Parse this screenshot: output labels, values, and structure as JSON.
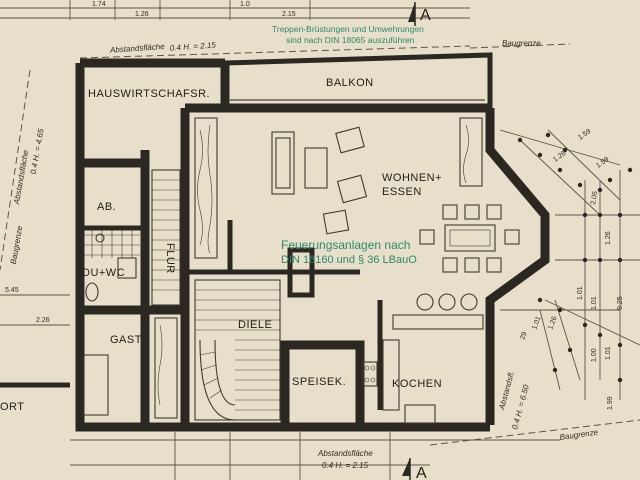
{
  "rooms": {
    "hauswirtschaft": "HAUSWIRTSCHAFSR.",
    "balkon": "BALKON",
    "wohnen_line1": "WOHNEN+",
    "wohnen_line2": "ESSEN",
    "ab": "AB.",
    "flur": "FLUR",
    "du_wc": "DU+WC",
    "gast": "GAST",
    "diele": "DIELE",
    "speisek": "SPEISEK.",
    "kochen": "KOCHEN",
    "ort": "ORT"
  },
  "annotations": {
    "abstandsflaeche_top": "Abstandsfläche",
    "abstandsflaeche_top_formula": "0.4 H. = 2.15",
    "abstandsflaeche_bottom": "Abstandsfläche",
    "abstandsflaeche_bottom_formula": "0.4 H. = 2.15",
    "abstandsflaeche_left": "Abstandsfläche",
    "abstandsflaeche_left_formula": "0.4 H. = 4.65",
    "abstandsflaeche_right": "Abstandsfl.",
    "abstandsflaeche_right_formula": "0.4 H. = 6.50",
    "baugrenze_top": "Baugrenze",
    "baugrenze_left": "Baugrenze",
    "baugrenze_bottom": "Baugrenze",
    "section_marker": "A"
  },
  "stamps": {
    "treppen_line1": "Treppen-Brüstungen und Umwehrungen",
    "treppen_line2": "sind nach DIN 18065 auszuführen",
    "feuerung_line1": "Feuerungsanlagen nach",
    "feuerung_line2": "DIN 18160 und § 36 LBauO"
  },
  "dimensions": {
    "top_1": "1.74",
    "top_2": "1.26",
    "top_3": "1.0",
    "top_4": "2.15",
    "left_1": "5.45",
    "left_2": "2.26",
    "right_1": "1.59",
    "right_2": "1.26",
    "right_3": "2.05",
    "right_4": "1.26",
    "right_5": "1.59",
    "right_6": "29",
    "right_7": "1.01",
    "right_8": "1.26",
    "right_9": "1.99",
    "right_10": "1.01",
    "right_11": "1.01",
    "right_12": "9.25",
    "right_13": "1.00",
    "right_14": "1.01"
  },
  "colors": {
    "paper": "#e8dfca",
    "wall": "#2b2822",
    "stamp": "#2c8a6d"
  }
}
